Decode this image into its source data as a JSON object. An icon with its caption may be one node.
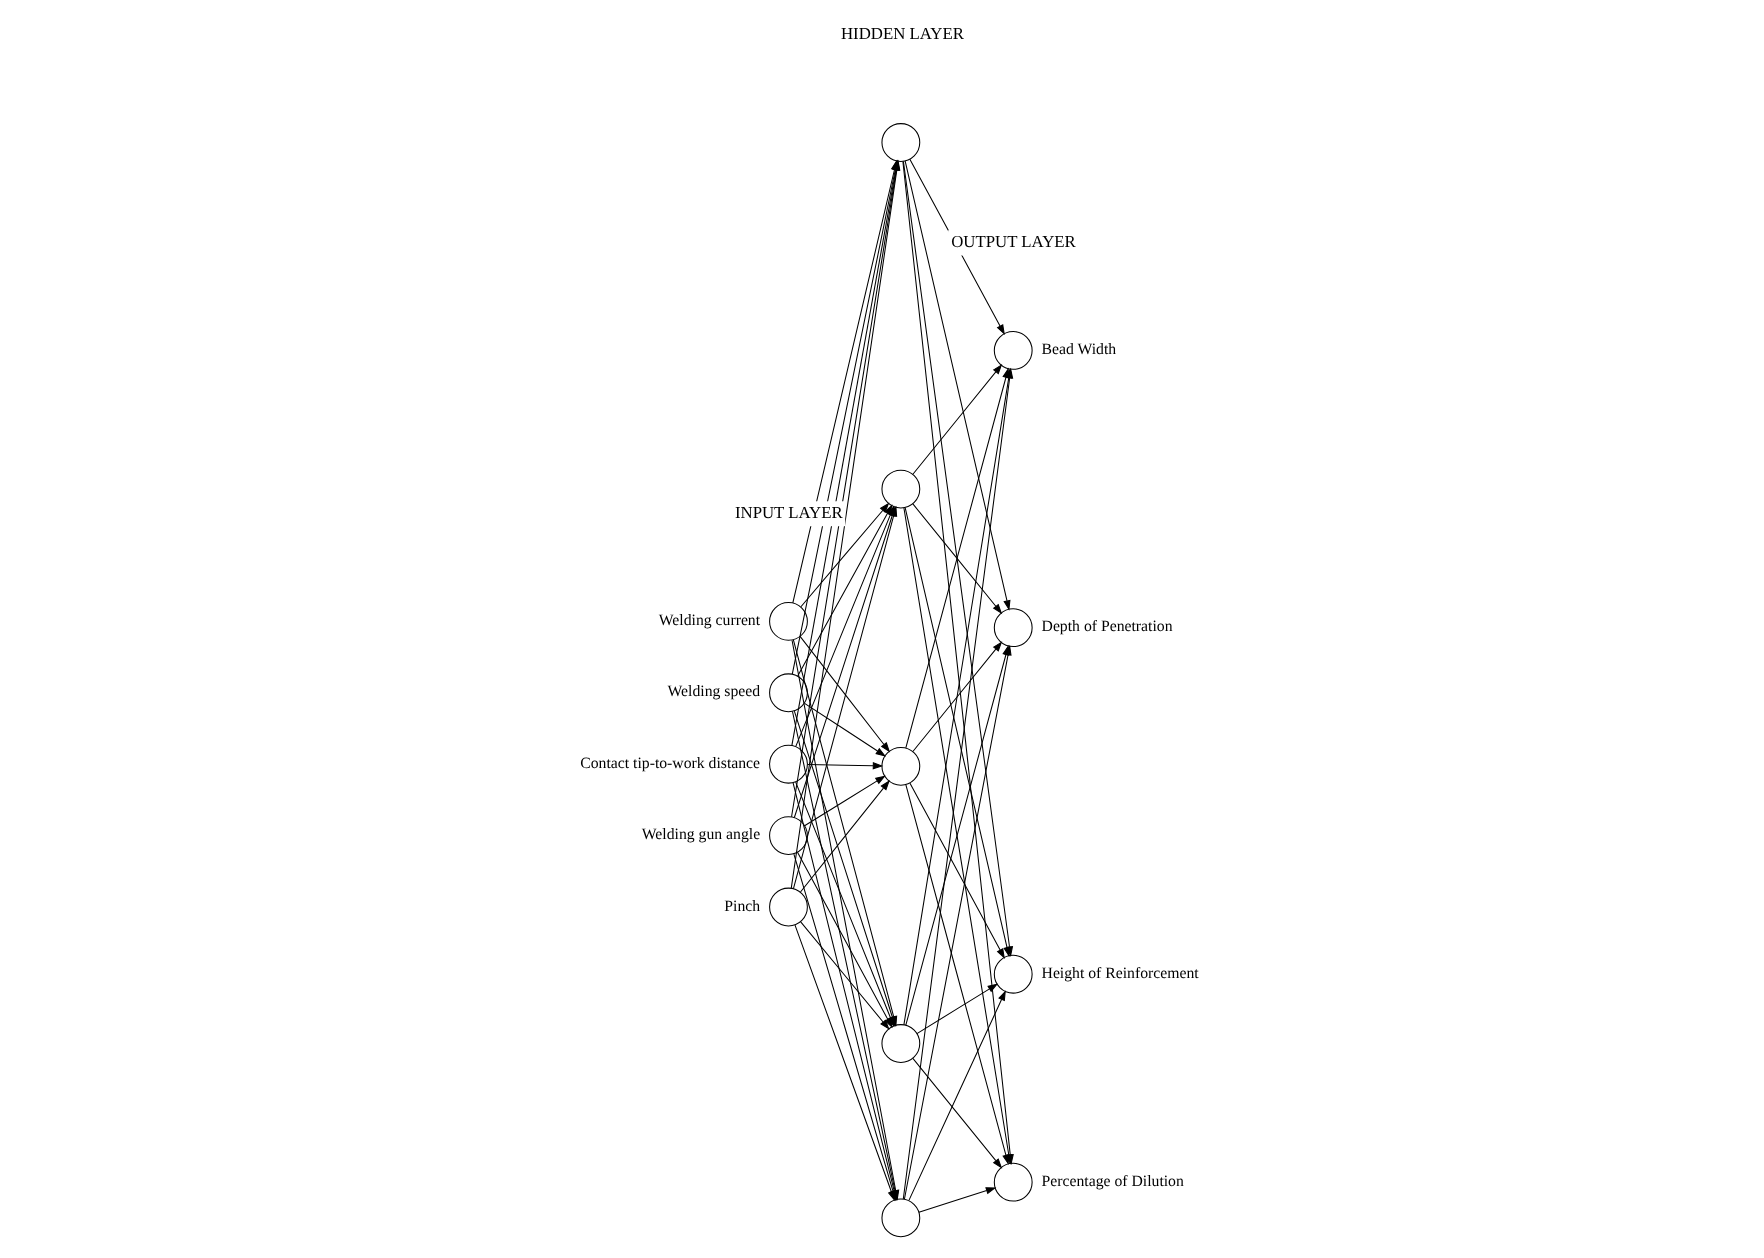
{
  "diagram": {
    "nodes": [
      {
        "text": [],
        "shape": "circle",
        "beside": [
          "Welding current"
        ]
      },
      {
        "text": [],
        "shape": "circle",
        "beside": [
          "Welding speed"
        ]
      },
      {
        "text": [],
        "shape": "circle",
        "beside": [
          "Contact tip-to-work distance"
        ]
      },
      {
        "text": [],
        "shape": "circle",
        "beside": [
          "Welding gun angle"
        ]
      },
      {
        "text": [],
        "shape": "circle",
        "beside": [
          "Pinch"
        ]
      },
      {
        "text": [],
        "shape": "circle"
      },
      {
        "text": [],
        "shape": "circle"
      },
      {
        "text": [],
        "shape": "circle"
      },
      {
        "text": [],
        "shape": "circle"
      },
      {
        "text": [],
        "shape": "circle"
      },
      {
        "text": [],
        "shape": "circle",
        "beside": [
          "Bead Width"
        ]
      },
      {
        "text": [],
        "shape": "circle",
        "beside": [
          "Depth of Penetration"
        ]
      },
      {
        "text": [],
        "shape": "circle",
        "beside": [
          "Height of Reinforcement"
        ]
      },
      {
        "text": [],
        "shape": "circle",
        "beside": [
          "Percentage of Dilution"
        ]
      }
    ],
    "edges": [
      {
        "from": 0,
        "to": 5,
        "arrow": "to"
      },
      {
        "from": 0,
        "to": 6,
        "arrow": "to"
      },
      {
        "from": 0,
        "to": 7,
        "arrow": "to"
      },
      {
        "from": 0,
        "to": 8,
        "arrow": "to"
      },
      {
        "from": 0,
        "to": 9,
        "arrow": "to"
      },
      {
        "from": 1,
        "to": 5,
        "arrow": "to"
      },
      {
        "from": 1,
        "to": 6,
        "arrow": "to"
      },
      {
        "from": 1,
        "to": 7,
        "arrow": "to"
      },
      {
        "from": 1,
        "to": 8,
        "arrow": "to"
      },
      {
        "from": 1,
        "to": 9,
        "arrow": "to"
      },
      {
        "from": 2,
        "to": 5,
        "arrow": "to"
      },
      {
        "from": 2,
        "to": 6,
        "arrow": "to"
      },
      {
        "from": 2,
        "to": 7,
        "arrow": "to"
      },
      {
        "from": 2,
        "to": 8,
        "arrow": "to"
      },
      {
        "from": 2,
        "to": 9,
        "arrow": "to"
      },
      {
        "from": 3,
        "to": 5,
        "arrow": "to"
      },
      {
        "from": 3,
        "to": 6,
        "arrow": "to"
      },
      {
        "from": 3,
        "to": 7,
        "arrow": "to"
      },
      {
        "from": 3,
        "to": 8,
        "arrow": "to"
      },
      {
        "from": 3,
        "to": 9,
        "arrow": "to"
      },
      {
        "from": 4,
        "to": 5,
        "arrow": "to"
      },
      {
        "from": 4,
        "to": 6,
        "arrow": "to"
      },
      {
        "from": 4,
        "to": 7,
        "arrow": "to"
      },
      {
        "from": 4,
        "to": 8,
        "arrow": "to"
      },
      {
        "from": 4,
        "to": 9,
        "arrow": "to"
      },
      {
        "from": 5,
        "to": 10,
        "arrow": "to"
      },
      {
        "from": 5,
        "to": 11,
        "arrow": "to"
      },
      {
        "from": 5,
        "to": 12,
        "arrow": "to"
      },
      {
        "from": 5,
        "to": 13,
        "arrow": "to"
      },
      {
        "from": 6,
        "to": 10,
        "arrow": "to"
      },
      {
        "from": 6,
        "to": 11,
        "arrow": "to"
      },
      {
        "from": 6,
        "to": 12,
        "arrow": "to"
      },
      {
        "from": 6,
        "to": 13,
        "arrow": "to"
      },
      {
        "from": 7,
        "to": 10,
        "arrow": "to"
      },
      {
        "from": 7,
        "to": 11,
        "arrow": "to"
      },
      {
        "from": 7,
        "to": 12,
        "arrow": "to"
      },
      {
        "from": 7,
        "to": 13,
        "arrow": "to"
      },
      {
        "from": 8,
        "to": 10,
        "arrow": "to"
      },
      {
        "from": 8,
        "to": 11,
        "arrow": "to"
      },
      {
        "from": 8,
        "to": 12,
        "arrow": "to"
      },
      {
        "from": 8,
        "to": 13,
        "arrow": "to"
      },
      {
        "from": 9,
        "to": 10,
        "arrow": "to"
      },
      {
        "from": 9,
        "to": 11,
        "arrow": "to"
      },
      {
        "from": 9,
        "to": 12,
        "arrow": "to"
      },
      {
        "from": 9,
        "to": 13,
        "arrow": "to"
      }
    ],
    "labels": [
      "INPUT LAYER",
      "HIDDEN LAYER",
      "OUTPUT LAYER"
    ]
  }
}
